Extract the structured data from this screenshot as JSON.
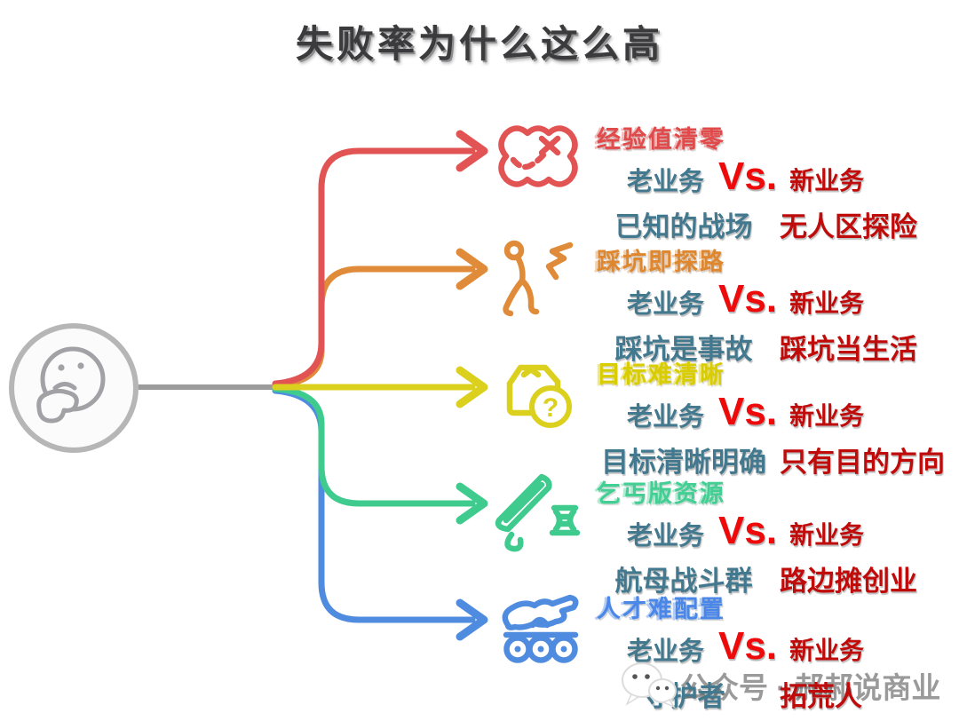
{
  "title": "失败率为什么这么高",
  "thinker": {
    "icon": "thinking-face-icon"
  },
  "branches": [
    {
      "heading": "经验值清零",
      "icon": "treasure-map-icon",
      "color": "#e25454",
      "old_label": "老业务",
      "vs_label": "Vs.",
      "new_label": "新业务",
      "old_point": "已知的战场",
      "new_point": "无人区探险"
    },
    {
      "heading": "踩坑即探路",
      "icon": "walking-person-icon",
      "color": "#e08b3a",
      "old_label": "老业务",
      "vs_label": "Vs.",
      "new_label": "新业务",
      "old_point": "踩坑是事故",
      "new_point": "踩坑当生活"
    },
    {
      "heading": "目标难清晰",
      "icon": "package-question-icon",
      "color": "#dcd01e",
      "old_label": "老业务",
      "vs_label": "Vs.",
      "new_label": "新业务",
      "old_point": "目标清晰明确",
      "new_point": "只有目的方向"
    },
    {
      "heading": "乞丐版资源",
      "icon": "pencil-sharpening-icon",
      "color": "#3fcb8e",
      "old_label": "老业务",
      "vs_label": "Vs.",
      "new_label": "新业务",
      "old_point": "航母战斗群",
      "new_point": "路边摊创业"
    },
    {
      "heading": "人才难配置",
      "icon": "rover-icon",
      "color": "#4f8ce0",
      "old_label": "老业务",
      "vs_label": "Vs.",
      "new_label": "新业务",
      "old_point": "守护者",
      "new_point": "拓荒人"
    }
  ],
  "watermark": {
    "icon": "wechat-icon",
    "text": "公众号 · 郝郝说商业"
  },
  "colors": {
    "title": "#3b3b3d",
    "old_business_text": "#43798f",
    "new_business_text": "#c00b0b",
    "vs_text": "#ee0a0a",
    "connector_gray": "#9b9b9b",
    "watermark_gray": "#9a9a9a"
  }
}
